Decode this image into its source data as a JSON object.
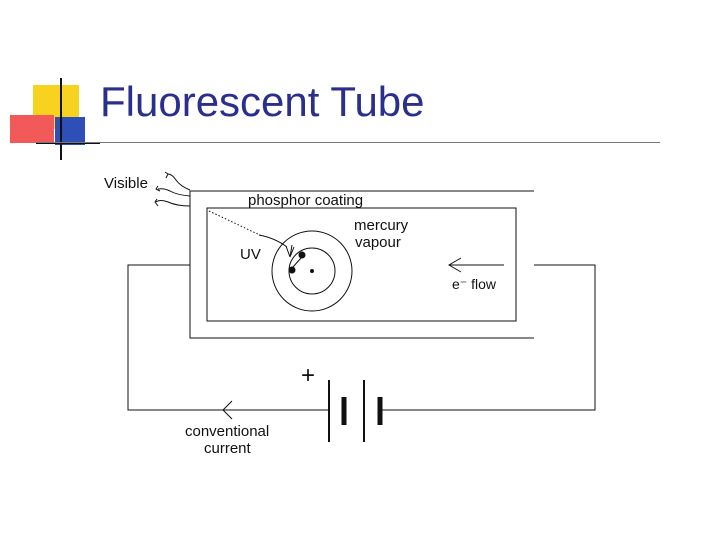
{
  "title": "Fluorescent Tube",
  "labels": {
    "visible": "Visible",
    "phosphor": "phosphor coating",
    "mercury_line1": "mercury",
    "mercury_line2": "vapour",
    "uv": "UV",
    "electron_flow": "e⁻ flow",
    "plus": "+",
    "conventional_line1": "conventional",
    "conventional_line2": "current"
  },
  "colors": {
    "title": "#2a2f8e",
    "bullet_yellow": "#f7d21e",
    "bullet_red": "#f25a5a",
    "bullet_blue": "#2f4fb8",
    "line": "#111111"
  }
}
